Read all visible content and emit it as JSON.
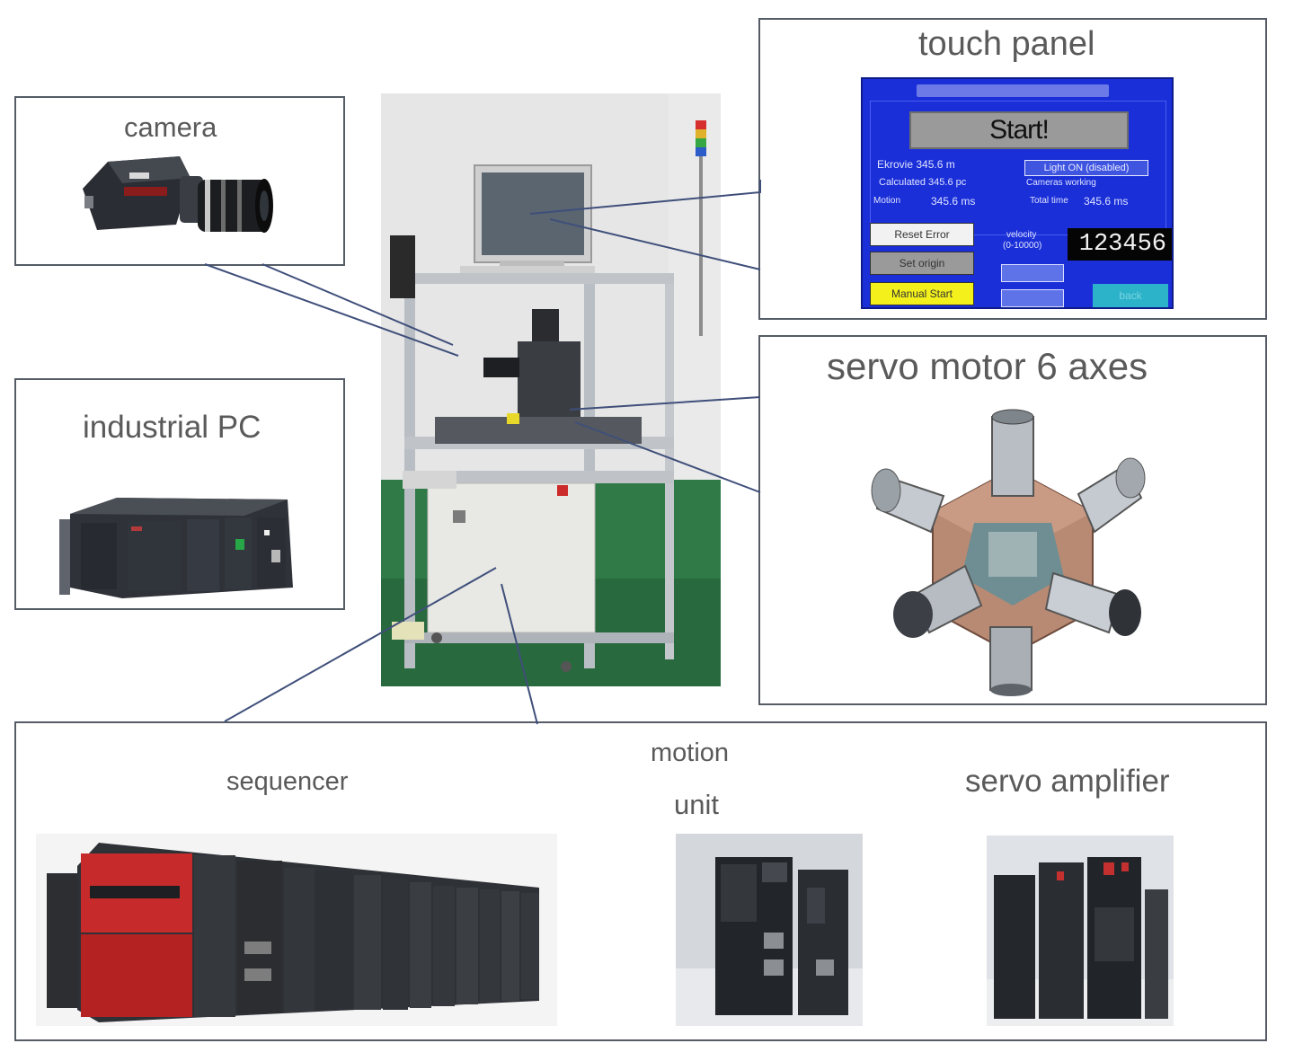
{
  "labels": {
    "camera": "camera",
    "industrial_pc": "industrial PC",
    "touch_panel": "touch panel",
    "servo_motor": "servo motor 6 axes",
    "sequencer": "sequencer",
    "motion_unit_line1": "motion",
    "motion_unit_line2": "unit",
    "servo_amplifier": "servo amplifier"
  },
  "touch_panel_screen": {
    "start_button": "Start!",
    "readout_1": "Ekrovie 345.6 m",
    "readout_2": "Calculated 345.6 pc",
    "readout_3": "Motion",
    "readout_3_value": "345.6 ms",
    "light_button": "Light ON (disabled)",
    "cameras_status": "Cameras working",
    "total_time_label": "Total time",
    "total_time_value": "345.6 ms",
    "reset_error_button": "Reset Error",
    "set_origin_button": "Set origin",
    "manual_start_button": "Manual Start",
    "velocity_label": "velocity",
    "velocity_range": "(0-10000)",
    "counter": "123456",
    "back_button": "back"
  },
  "colors": {
    "panel_blue": "#1a2fd8",
    "manual_start_yellow": "#f3f01b",
    "back_cyan": "#2cb3c9",
    "border_gray": "#555c66"
  }
}
